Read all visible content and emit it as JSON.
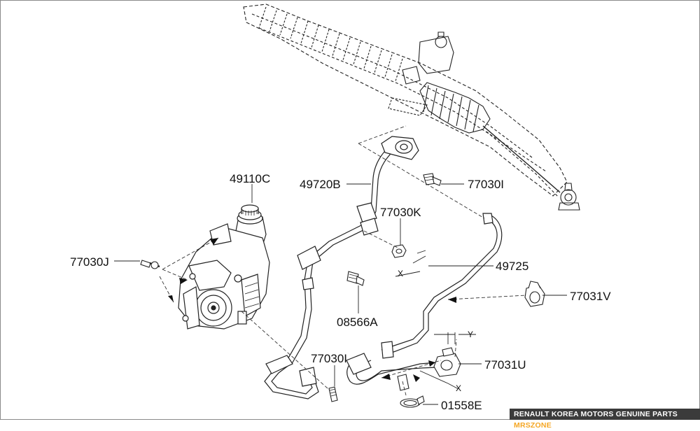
{
  "diagram": {
    "part_labels": {
      "l49110C": "49110C",
      "l77030J": "77030J",
      "l49720B": "49720B",
      "l77030I_top": "77030I",
      "l77030K": "77030K",
      "l08566A": "08566A",
      "l49725": "49725",
      "l77031V": "77031V",
      "l77030I_bottom": "77030I",
      "l77031U": "77031U",
      "l01558E": "01558E"
    },
    "dimension_labels": {
      "x_upper": "X",
      "x_lower": "X",
      "y": "Y"
    }
  },
  "footer": {
    "text": "RENAULT KOREA MOTORS GENUINE PARTS ",
    "accent": "MRSZONE",
    "accent_color": "#f5a623"
  }
}
